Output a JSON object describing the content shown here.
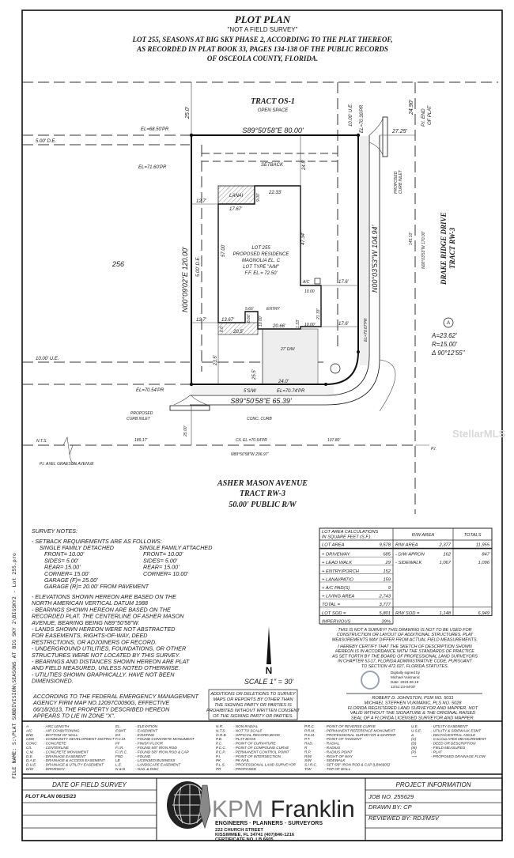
{
  "header": {
    "title": "PLOT PLAN",
    "subtitle": "\"NOT A FIELD SURVEY\"",
    "description": [
      "LOT 255, SEASONS AT BIG SKY PHASE 2, ACCORDING TO THE PLAT THEREOF,",
      "AS RECORDED IN PLAT BOOK 33, PAGES 134-138 OF THE PUBLIC RECORDS",
      "OF OSCEOLA COUNTY, FLORIDA."
    ]
  },
  "file_name": "FILE NAME: S:\\PLAT SUBDIVISION\\SEASONS AT BIG SKY 2\\BIGSKY2 - Lot 255.pro",
  "watermark": "StellarMLS",
  "plan": {
    "tract_os": "TRACT OS-1",
    "open_space": "OPEN SPACE",
    "dim_25_top": "25.0'",
    "el_nw": "EL=68.50'PR",
    "north_line": "S89°50'58\"E  80.00'",
    "ue_right": "10.00' U.E.",
    "el_ne": "EL=70.36'PR",
    "dim_2725": "27.25'",
    "dim_2490": "24.90'",
    "pi_end": "P.I. END",
    "of_plat": "OF PLAT",
    "de_left": "5.00' D.E.",
    "el_west": "EL=71.60'PR",
    "setback": "SETBACK",
    "dim_245": "24.5'",
    "curb_inlet_top": [
      "PROPOSED",
      "CURB INLET"
    ],
    "lot_256": "256",
    "lanai": "LANAI",
    "dim_127a": "12.7'",
    "dim_2233": "22.33'",
    "dim_900": "9.00'",
    "dim_1767": "17.67'",
    "west_line": "N00°09'02\"E  120.00'",
    "de_inner": "5.00' D.E.",
    "dim_5700": "57.00'",
    "dim_4734": "47.34'",
    "lot_label": [
      "LOT 255",
      "PROPOSED RESIDENCE",
      "MAGNOLIA  EL. C",
      "LOT TYPE \"A/M\"",
      "F.F. EL.= 72.50'"
    ],
    "ac": "A/C",
    "dim_1000_ac": "10.00",
    "dim_176a": "17.6'",
    "east_line": "N00°03'53\"W  104.94'",
    "dim_14510": "145.10'",
    "cl_east": "N00°03'53\"W  170.00'",
    "road_east": [
      "DRAKE RIDGE DRIVE",
      "TRACT RW-3"
    ],
    "curve_tag": "A",
    "curve": [
      "A=23.62'",
      "R=15.00'",
      "Δ 90°12'55\""
    ],
    "dim_566": "5.66'",
    "entry": "ENTRY",
    "dim_127b": "12.7'",
    "dim_1367": "13.67'",
    "dim_60": "6.0",
    "dim_666": "6.66'",
    "dim_205": "20.5'",
    "dim_1000b": "10.00'",
    "dim_2066": "20.66'",
    "dim_133": "1.33'",
    "dim_1000c": "10.00'",
    "dim_2133": "21.33'",
    "dim_176b": "17.6'",
    "el_se": "EL=70.67'PR",
    "ue_left": "10.00' U.E.",
    "dim_235": "23.5'",
    "driveway": "27' D/W",
    "dim_255": "25.5'",
    "dim_240": "24.0'",
    "el_sw": "EL=70.54'PR",
    "sidewalk": "5'S/W",
    "el_s": "EL=70.74'PR",
    "south_line": "S89°50'58\"E  65.39'",
    "curb_inlet_bottom": [
      "PROPOSED",
      "CURB INLET"
    ],
    "conc_curb": "CONC. CURB",
    "nts": "N.T.S.",
    "dim_18917": "189.17'",
    "dim_2500": "25.00'",
    "cl_el": "C/L EL.=70.64'PR",
    "dim_10780": "107.80'",
    "cl_south": "N89°50'58\"W  296.97'",
    "pi_axel": "P.I. AXEL GRAESON AVENUE",
    "pi": "P.I.",
    "road_south": [
      "ASHER MASON AVENUE",
      "TRACT RW-3",
      "50.00' PUBLIC R/W"
    ]
  },
  "notes": {
    "heading": "SURVEY NOTES:",
    "lines": [
      "- SETBACK REQUIREMENTS ARE AS FOLLOWS:",
      "",
      "",
      "",
      "",
      "",
      "",
      "",
      "- ELEVATIONS SHOWN HEREON ARE BASED ON THE",
      "  NORTH AMERICAN VERTICAL DATUM 1988",
      "- BEARINGS SHOWN HEREON ARE BASED ON THE",
      "  RECORDED PLAT. THE CENTERLINE OF ASHER MASON",
      "  AVENUE, BEARING BEING N89°50'58\"W.",
      "- LANDS SHOWN HEREON WERE NOT ABSTRACTED",
      "  FOR EASEMENTS, RIGHTS-OF-WAY, DEED",
      "  RESTRICTIONS, OR ADJOINERS OF RECORD.",
      "- UNDERGROUND UTILITIES, FOUNDATIONS, OR OTHER",
      "  STRUCTURES WERE NOT LOCATED BY THIS SURVEY.",
      "- BEARINGS AND DISTANCES SHOWN HEREON ARE PLAT",
      "  AND FIELD MEASURED, UNLESS NOTED OTHERWISE.",
      "- UTILITIES SHOWN GRAPHICALLY. HAVE NOT BEEN",
      "  DIMENSIONED."
    ],
    "setback_detached": [
      "SINGLE FAMILY DETACHED",
      "FRONT= 10.00'",
      "SIDES= 5.00'",
      "REAR= 15.00'",
      "CORNER= 15.00'",
      "GARAGE (F)= 25.00'",
      "GARAGE (R)= 20.00' FROM PAVEMENT"
    ],
    "setback_attached": [
      "SINGLE FAMILY ATTACHED",
      "FRONT= 10.00'",
      "SIDES= 5.00'",
      "REAR= 15.00'",
      "CORNER= 10.00'"
    ],
    "fema": [
      "ACCORDING TO THE FEDERAL EMERGENCY MANAGEMENT",
      "AGENCY FIRM MAP NO.12097C0090G, EFFECTIVE",
      "06/18/2013, THE PROPERTY DESCRIBED HEREON",
      "APPEARS TO LIE IN ZONE \"X\"."
    ]
  },
  "north_arrow": {
    "label": "N",
    "scale": "SCALE  1\" = 30'"
  },
  "additions_box": [
    "ADDITIONS OR DELETIONS TO SURVEY",
    "MAPS OR REPORTS BY OTHER THAN",
    "THE SIGNING PARTY OR PARTIES IS",
    "PROHIBITED WITHOUT WRITTEN CONSENT",
    "OF THE SIGNING PARTY OR PARTIES."
  ],
  "area_table": {
    "headers": [
      "LOT AREA CALCULATIONS IN SQUARE FEET (S.F.)",
      "R/W AREA",
      "TOTALS"
    ],
    "header_lines": [
      "LOT AREA CALCULATIONS",
      "IN SQUARE FEET (S.F.)"
    ],
    "rows": [
      [
        "LOT AREA",
        "9,578",
        "R/W AREA",
        "2,377",
        "11,955"
      ],
      [
        "+ DRIVEWAY",
        "685",
        "- D/W APRON",
        "162",
        "847"
      ],
      [
        "+ LEAD WALK",
        "29",
        "- SIDEWALK",
        "1,067",
        "1,096"
      ],
      [
        "+ ENTRY/PORCH",
        "152",
        "",
        "",
        ""
      ],
      [
        "+ LANAI/PATIO",
        "159",
        "",
        "",
        ""
      ],
      [
        "+ A/C PAD(S)",
        "9",
        "",
        "",
        ""
      ],
      [
        "+ LIVING AREA",
        "2,743",
        "",
        "",
        ""
      ],
      [
        "TOTAL =",
        "3,777",
        "",
        "",
        ""
      ],
      [
        "LOT SOD =",
        "5,801",
        "R/W SOD =",
        "1,148",
        "6,949"
      ],
      [
        "IMPERVIOUS",
        "39%",
        "",
        "",
        ""
      ]
    ]
  },
  "disclaimer": [
    "THIS IS NOT A SURVEY! THIS DRAWING IS NOT TO BE USED FOR",
    "CONSTRUCTION OR LAYOUT OF ADDITIONAL STRUCTURES. PLAT",
    "MEASUREMENTS MAY DIFFER FROM ACTUAL FIELD MEASUREMENTS."
  ],
  "certification": [
    "I HEREBY CERTIFY THAT THE SKETCH OF DESCRIPTION SHOWN",
    "HEREON IS IN ACCORDANCE WITH THE STANDARDS OF PRACTICE",
    "AS SET FORTH BY THE BOARD OF PROFESSIONAL LAND SURVEYORS",
    "IN CHAPTER 5J-17, FLORIDA ADMINISTRATIVE CODE, PURSUANT",
    "TO SECTION 472.027, FLORIDA STATUTES."
  ],
  "digital_signature": [
    "Digitally signed by",
    "Michael Vukmanic",
    "Date: 2023.06.19",
    "13:51:23-04'00'"
  ],
  "signers": [
    "ROBERT D. JOHNSTON,  PSM  NO. 5031",
    "MICHAEL STEPHEN VUKMANIC,  PLS  NO. 5028",
    "FLORIDA REGISTERED LAND SURVEYOR AND MAPPER. NOT",
    "VALID WITHOUT THE SIGNATURE & THE ORIGINAL RAISED",
    "SEAL OF A FLORIDA LICENSED SURVEYOR AND MAPPER."
  ],
  "legend": [
    [
      [
        "A",
        "- ARC LENGTH"
      ],
      [
        "A/C",
        "- AIR CONDITIONING"
      ],
      [
        "B/W",
        "- BOTTOM OF WALL"
      ],
      [
        "CDD",
        "- COMMUNITY DEVELOPMENT DISTRICT"
      ],
      [
        "CONC",
        "- CONCRETE"
      ],
      [
        "C/L",
        "- CENTERLINE"
      ],
      [
        "C.M.",
        "- CONCRETE MONUMENT"
      ],
      [
        "D.E.",
        "- DRAINAGE EASEMENT"
      ],
      [
        "D.A.E.",
        "- DRAINAGE & ACCESS EASEMENT"
      ],
      [
        "D.U.E.",
        "- DRAINAGE & UTILITY EASEMENT"
      ],
      [
        "D/W",
        "- DRIVEWAY"
      ]
    ],
    [
      [
        "EL.",
        "- ELEVATION"
      ],
      [
        "ESMT",
        "- EASEMENT"
      ],
      [
        "EX",
        "- EXISTING"
      ],
      [
        "F.C.M.",
        "- FOUND CONCRETE MONUMENT"
      ],
      [
        "FF",
        "- FINISH FLOOR"
      ],
      [
        "F.I.R.",
        "- FOUND 5/8\" IRON ROD"
      ],
      [
        "F.I.R.C.",
        "- FOUND 5/8\" IRON ROD & CAP"
      ],
      [
        "FND",
        "- FOUND"
      ],
      [
        "LB",
        "- LICENSED BUSINESS"
      ],
      [
        "L.E.",
        "- LANDSCAPE EASEMENT"
      ],
      [
        "N & D",
        "- NAIL & DISC"
      ]
    ],
    [
      [
        "N.R.",
        "- NON-RADIAL"
      ],
      [
        "N.T.S.",
        "- NOT TO SCALE"
      ],
      [
        "O.R.B.",
        "- OFFICIAL RECORD BOOK"
      ],
      [
        "P.B.",
        "- PLAT BOOK"
      ],
      [
        "P.C.",
        "- POINT OF CURVATURE"
      ],
      [
        "P.C.C.",
        "- POINT OF COMPOUND CURVE"
      ],
      [
        "P.C.P.",
        "- PERMANENT CONTROL POINT"
      ],
      [
        "P.I.",
        "- POINT OF INTERSECTION"
      ],
      [
        "PK",
        "- PK NAIL"
      ],
      [
        "P.L.S.",
        "- PROFESSIONAL LAND SURVEYOR"
      ],
      [
        "PR",
        "- PROPOSED"
      ]
    ],
    [
      [
        "P.R.C.",
        "- POINT OF REVERSE CURVE"
      ],
      [
        "P.R.M.",
        "- PERMANENT REFERENCE MONUMENT"
      ],
      [
        "P.S.M.",
        "- PROFESSIONAL SURVEYOR & MAPPER"
      ],
      [
        "P.T.",
        "- POINT OF TANGENT"
      ],
      [
        "RAD.",
        "- RADIAL"
      ],
      [
        "R",
        "- RADIUS"
      ],
      [
        "R.P.",
        "- RADIUS POINT"
      ],
      [
        "R/W",
        "- RIGHT OF WAY"
      ],
      [
        "S/W",
        "- SIDEWALK"
      ],
      [
        "S.I.R.C.",
        "- SET 5/8\" IRON ROD & CAP (LB#6605)"
      ],
      [
        "T/W",
        "- TOP OF WALL"
      ]
    ],
    [
      [
        "U.E.",
        "- UTILITY EASEMENT"
      ],
      [
        "U.S.E.",
        "- UTILITY & SIDEWALK ESMT"
      ],
      [
        "Δ",
        "- DELTA/CENTRAL ANGLE"
      ],
      [
        "(C)",
        "- CALCULATED MEASUREMENT"
      ],
      [
        "(D)",
        "- DEED OR DESCRIPTION"
      ],
      [
        "(M)",
        "- FIELD MEASURED"
      ],
      [
        "(P)",
        "- PLAT"
      ],
      [
        "⟶",
        "- PROPOSED DRAINAGE FLOW"
      ]
    ]
  ],
  "title_block": {
    "date_heading": "DATE OF FIELD SURVEY",
    "date_rows": [
      "PLOT PLAN   06/15/23",
      "",
      "",
      "",
      ""
    ],
    "company": {
      "name_kpm": "KPM",
      "name_franklin": "Franklin",
      "tagline": "ENGINEERS · PLANNERS · SURVEYORS",
      "address": [
        "222 CHURCH STREET",
        "KISSIMMEE, FL 34741    (407)846-1216",
        "CERTIFICATE NO. LB 6605"
      ]
    },
    "project_heading": "PROJECT INFORMATION",
    "project_rows": [
      "JOB NO. 255629",
      "DRAWN BY:  CP",
      "REVIEWED BY:  RDJ/MSV",
      "",
      ""
    ]
  },
  "colors": {
    "ink": "#111111",
    "logo_gray": "#8a8a8a",
    "logo_dark": "#222222",
    "watermark": "#d8d8d8"
  }
}
